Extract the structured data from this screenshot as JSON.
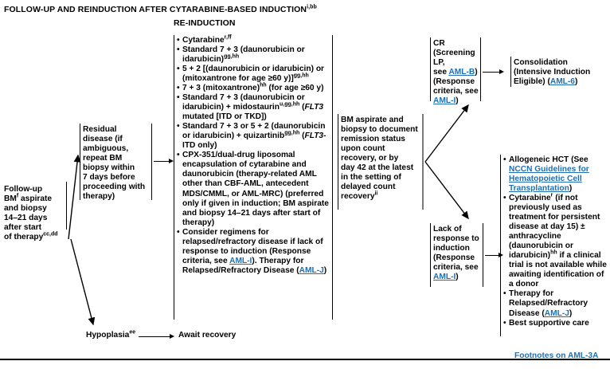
{
  "header": {
    "title": "FOLLOW-UP AND REINDUCTION AFTER CYTARABINE-BASED INDUCTION",
    "title_sup": "i,bb",
    "section_label": "RE-INDUCTION"
  },
  "colors": {
    "link": "#1f6fb4",
    "rule": "#000000",
    "gray_rule": "#7a7a7a",
    "background": "#ffffff"
  },
  "followup_box": {
    "line1": "Follow-up",
    "line2_a": "BM",
    "line2_sup": "f",
    "line2_b": " aspirate",
    "line3": "and biopsy",
    "line4": "14–21 days",
    "line5": "after start",
    "line6_a": "of therapy",
    "line6_sup": "cc,dd"
  },
  "residual_box": {
    "lines": [
      "Residual",
      "disease (if",
      "ambiguous,",
      "repeat BM",
      "biopsy within",
      "7 days before",
      "proceeding with",
      "therapy)"
    ]
  },
  "hypoplasia": {
    "label": "Hypoplasia",
    "label_sup": "ee",
    "outcome": "Await recovery"
  },
  "reinduction_box": {
    "items": [
      {
        "segments": [
          {
            "t": "Cytarabine",
            "style": "normal"
          },
          {
            "t": "r,ff",
            "style": "sup"
          }
        ]
      },
      {
        "segments": [
          {
            "t": "Standard 7 + 3 (daunorubicin or idarubicin)",
            "style": "normal"
          },
          {
            "t": "gg,hh",
            "style": "sup"
          }
        ]
      },
      {
        "segments": [
          {
            "t": "5 + 2 [(daunorubicin or idarubicin) or (mitoxantrone for age ≥60 y)]",
            "style": "normal"
          },
          {
            "t": "gg,hh",
            "style": "sup"
          }
        ]
      },
      {
        "segments": [
          {
            "t": "7 + 3 (mitoxantrone)",
            "style": "normal"
          },
          {
            "t": "hh",
            "style": "sup"
          },
          {
            "t": " (for age ≥60 y)",
            "style": "normal"
          }
        ]
      },
      {
        "segments": [
          {
            "t": "Standard 7 + 3 (daunorubicin or idarubicin) + midostaurin",
            "style": "normal"
          },
          {
            "t": "u,gg,hh",
            "style": "sup"
          },
          {
            "t": " (",
            "style": "normal"
          },
          {
            "t": "FLT3",
            "style": "italic"
          },
          {
            "t": " mutated [ITD or TKD])",
            "style": "normal"
          }
        ]
      },
      {
        "segments": [
          {
            "t": "Standard 7 + 3 or 5 + 2 (daunorubicin or idarubicin) + quizartinib",
            "style": "normal"
          },
          {
            "t": "gg,hh",
            "style": "sup"
          },
          {
            "t": " (",
            "style": "normal"
          },
          {
            "t": "FLT3",
            "style": "italic"
          },
          {
            "t": "-ITD only)",
            "style": "normal"
          }
        ]
      },
      {
        "segments": [
          {
            "t": "CPX-351/dual-drug liposomal encapsulation of cytarabine and daunorubicin (therapy-related AML other than CBF-AML, antecedent MDS/CMML, or AML-MRC) (preferred only if given in induction; BM aspirate and biopsy 14–21 days after start of therapy)",
            "style": "normal"
          }
        ]
      },
      {
        "segments": [
          {
            "t": "Consider regimens for relapsed/refractory disease if lack of response to induction (Response criteria, see ",
            "style": "normal"
          },
          {
            "t": "AML-I",
            "style": "link"
          },
          {
            "t": "). Therapy for Relapsed/Refractory Disease (",
            "style": "normal"
          },
          {
            "t": "AML-J",
            "style": "link"
          },
          {
            "t": ")",
            "style": "normal"
          }
        ]
      }
    ]
  },
  "bm_aspirate_box": {
    "lines": [
      "BM aspirate and",
      "biopsy to document",
      "remission status",
      "upon count",
      "recovery, or by",
      "day 42 at the latest",
      "in the setting of",
      "delayed count"
    ],
    "last_line": "recovery",
    "last_sup": "ii"
  },
  "cr_box": {
    "line1": "CR",
    "line2": "(Screening LP,",
    "line3_pre": "see ",
    "line3_link": "AML-B",
    "line3_post": ")",
    "line4": "(Response",
    "line5": "criteria, see",
    "line6_link": "AML-I",
    "line6_post": ")"
  },
  "consolidation_box": {
    "line1": "Consolidation",
    "line2": "(Intensive Induction",
    "line3_pre": "Eligible) (",
    "line3_link": "AML-6",
    "line3_post": ")"
  },
  "lack_response_box": {
    "line1": "Lack of",
    "line2": "response to",
    "line3": "induction",
    "line4": "(Response",
    "line5": "criteria, see",
    "line6_link": "AML-I",
    "line6_post": ")"
  },
  "salvage_box": {
    "items": [
      {
        "segments": [
          {
            "t": "Allogeneic HCT (See ",
            "style": "normal"
          },
          {
            "t": "NCCN Guidelines for Hematopoietic Cell Transplantation",
            "style": "link"
          },
          {
            "t": ")",
            "style": "normal"
          }
        ]
      },
      {
        "segments": [
          {
            "t": "Cytarabine",
            "style": "normal"
          },
          {
            "t": "r",
            "style": "sup"
          },
          {
            "t": " (if not previously used as treatment for persistent disease at day 15) ± anthracycline (daunorubicin or idarubicin)",
            "style": "normal"
          },
          {
            "t": "hh",
            "style": "sup"
          },
          {
            "t": " if a clinical trial is not available while awaiting identification of a donor",
            "style": "normal"
          }
        ]
      },
      {
        "segments": [
          {
            "t": "Therapy for Relapsed/Refractory Disease (",
            "style": "normal"
          },
          {
            "t": "AML-J",
            "style": "link"
          },
          {
            "t": ")",
            "style": "normal"
          }
        ]
      },
      {
        "segments": [
          {
            "t": "Best supportive care",
            "style": "normal"
          }
        ]
      }
    ]
  },
  "footer": {
    "footnotes_link": "Footnotes on AML-3A"
  }
}
